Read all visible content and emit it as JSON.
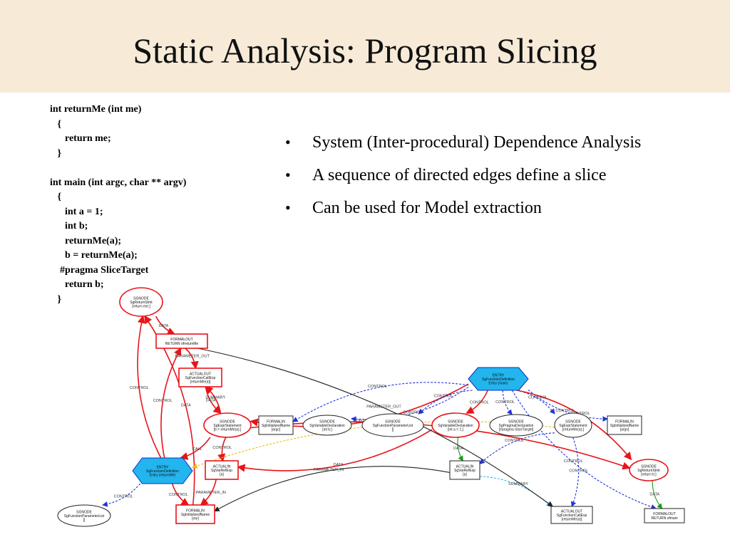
{
  "slide": {
    "title": "Static Analysis: Program Slicing",
    "code_lines": [
      "int returnMe (int me)",
      "   {",
      "      return me;",
      "   }",
      "",
      "int main (int argc, char ** argv)",
      "   {",
      "      int a = 1;",
      "      int b;",
      "      returnMe(a);",
      "      b = returnMe(a);",
      "    #pragma SliceTarget",
      "      return b;",
      "   }"
    ],
    "bullets": [
      "System (Inter-procedural) Dependence Analysis",
      "A sequence of directed edges define a slice",
      "Can be used for Model extraction"
    ]
  },
  "colors": {
    "title_band": "#f7ebd8",
    "red": "#e8141a",
    "blue": "#2233dd",
    "green": "#1a9a1a",
    "cyan": "#22bbee",
    "yellow": "#e8c000",
    "entry_fill": "#22b5ee"
  },
  "nodes": [
    {
      "id": "n1",
      "shape": "ellipse",
      "color": "red",
      "lines": [
        "SGNODE",
        "SgReturnStmt",
        "[return me;]"
      ]
    },
    {
      "id": "n2",
      "shape": "rect",
      "color": "red",
      "lines": [
        "FORMALOUT",
        "RETURN ofreturnMe"
      ]
    },
    {
      "id": "n3",
      "shape": "rect",
      "color": "red",
      "lines": [
        "ACTUALOUT",
        "SgFunctionCallExp",
        "[returnMe(a)]"
      ]
    },
    {
      "id": "n4",
      "shape": "hexagon",
      "color": "entry",
      "lines": [
        "ENTRY",
        "SgFunctionDefinition",
        "Entry (main)"
      ]
    },
    {
      "id": "n5",
      "shape": "ellipse",
      "color": "red",
      "lines": [
        "SGNODE",
        "SgExprStatement",
        "[b = returnMe(a);]"
      ]
    },
    {
      "id": "n6",
      "shape": "rect",
      "color": "black",
      "lines": [
        "FORMALIN",
        "SgInitializedName",
        "[argc]"
      ]
    },
    {
      "id": "n7",
      "shape": "ellipse",
      "color": "black",
      "lines": [
        "SGNODE",
        "SgVariableDeclaration",
        "[int b;]"
      ]
    },
    {
      "id": "n8",
      "shape": "ellipse",
      "color": "black",
      "lines": [
        "SGNODE",
        "SgFunctionParameterList",
        "[]"
      ]
    },
    {
      "id": "n9",
      "shape": "ellipse",
      "color": "red",
      "lines": [
        "SGNODE",
        "SgVariableDeclaration",
        "[int a = 1;]"
      ]
    },
    {
      "id": "n10",
      "shape": "ellipse",
      "color": "black",
      "lines": [
        "SGNODE",
        "SgPragmaDeclaration",
        "[#pragma SliceTarget]"
      ]
    },
    {
      "id": "n11",
      "shape": "ellipse",
      "color": "black",
      "lines": [
        "SGNODE",
        "SgExprStatement",
        "[returnMe(a);]"
      ]
    },
    {
      "id": "n12",
      "shape": "rect",
      "color": "black",
      "lines": [
        "FORMALIN",
        "SgInitializedName",
        "[argv]"
      ]
    },
    {
      "id": "n13",
      "shape": "hexagon",
      "color": "entry",
      "lines": [
        "ENTRY",
        "SgFunctionDefinition",
        "Entry (returnMe)"
      ]
    },
    {
      "id": "n14",
      "shape": "rect",
      "color": "red",
      "lines": [
        "ACTUALIN",
        "SgVarRefExp",
        "[a]"
      ]
    },
    {
      "id": "n15",
      "shape": "rect",
      "color": "black",
      "lines": [
        "ACTUALIN",
        "SgVarRefExp",
        "[a]"
      ]
    },
    {
      "id": "n16",
      "shape": "ellipse",
      "color": "red",
      "lines": [
        "SGNODE",
        "SgReturnStmt",
        "[return b;]"
      ]
    },
    {
      "id": "n17",
      "shape": "ellipse",
      "color": "black",
      "lines": [
        "SGNODE",
        "SgFunctionParameterList",
        "[]"
      ]
    },
    {
      "id": "n18",
      "shape": "rect",
      "color": "red",
      "lines": [
        "FORMALIN",
        "SgInitializedName",
        "[me]"
      ]
    },
    {
      "id": "n19",
      "shape": "rect",
      "color": "black",
      "lines": [
        "ACTUALOUT",
        "SgFunctionCallExp",
        "[returnMe(a)]"
      ]
    },
    {
      "id": "n20",
      "shape": "rect",
      "color": "black",
      "lines": [
        "FORMALOUT",
        "RETURN ofmain"
      ]
    }
  ],
  "edges": [
    {
      "from": "n1",
      "to": "n2",
      "color": "red",
      "label": "DATA"
    },
    {
      "from": "n2",
      "to": "n3",
      "color": "red",
      "label": "PARAMETER_OUT"
    },
    {
      "from": "n3",
      "to": "n5",
      "color": "red",
      "label": "DATA"
    },
    {
      "from": "n13",
      "to": "n1",
      "color": "red",
      "label": "CONTROL"
    },
    {
      "from": "n18",
      "to": "n1",
      "color": "red",
      "label": "DATA"
    },
    {
      "from": "n13",
      "to": "n2",
      "color": "red",
      "label": "CONTROL"
    },
    {
      "from": "n5",
      "to": "n3",
      "color": "red",
      "label": "SUMMARY"
    },
    {
      "from": "n4",
      "to": "n5",
      "color": "red",
      "label": "CONTROL"
    },
    {
      "from": "n4",
      "to": "n6",
      "color": "blue",
      "label": "CONTROL"
    },
    {
      "from": "n4",
      "to": "n7",
      "color": "blue",
      "label": "CONTROL"
    },
    {
      "from": "n4",
      "to": "n8",
      "color": "blue",
      "label": "CONTROL"
    },
    {
      "from": "n4",
      "to": "n9",
      "color": "red",
      "label": "CONTROL"
    },
    {
      "from": "n4",
      "to": "n10",
      "color": "blue",
      "label": "CONTROL"
    },
    {
      "from": "n4",
      "to": "n11",
      "color": "blue",
      "label": "CONTROL"
    },
    {
      "from": "n4",
      "to": "n12",
      "color": "blue",
      "label": "CONTROL"
    },
    {
      "from": "n4",
      "to": "n16",
      "color": "red",
      "label": "CONTROL"
    },
    {
      "from": "n4",
      "to": "n20",
      "color": "blue",
      "label": "CONTROL"
    },
    {
      "from": "n5",
      "to": "n13",
      "color": "red",
      "label": "CALL"
    },
    {
      "from": "n5",
      "to": "n14",
      "color": "red",
      "label": "CONTROL"
    },
    {
      "from": "n9",
      "to": "n14",
      "color": "red",
      "label": "DATA"
    },
    {
      "from": "n9",
      "to": "n15",
      "color": "green",
      "label": "DATA"
    },
    {
      "from": "n5",
      "to": "n16",
      "color": "red",
      "label": "DATA"
    },
    {
      "from": "n11",
      "to": "n15",
      "color": "blue",
      "label": "CONTROL"
    },
    {
      "from": "n11",
      "to": "n19",
      "color": "blue",
      "label": "CONTROL"
    },
    {
      "from": "n11",
      "to": "n13",
      "color": "yellow",
      "label": "CALL"
    },
    {
      "from": "n13",
      "to": "n17",
      "color": "blue",
      "label": "CONTROL"
    },
    {
      "from": "n13",
      "to": "n18",
      "color": "red",
      "label": "CONTROL"
    },
    {
      "from": "n14",
      "to": "n18",
      "color": "red",
      "label": "PARAMETER_IN"
    },
    {
      "from": "n15",
      "to": "n18",
      "color": "black",
      "label": "PARAMETER_IN"
    },
    {
      "from": "n15",
      "to": "n19",
      "color": "cyan",
      "label": "SUMMARY"
    },
    {
      "from": "n16",
      "to": "n20",
      "color": "green",
      "label": "DATA"
    },
    {
      "from": "n2",
      "to": "n19",
      "color": "black",
      "label": "PARAMETER_OUT"
    }
  ]
}
